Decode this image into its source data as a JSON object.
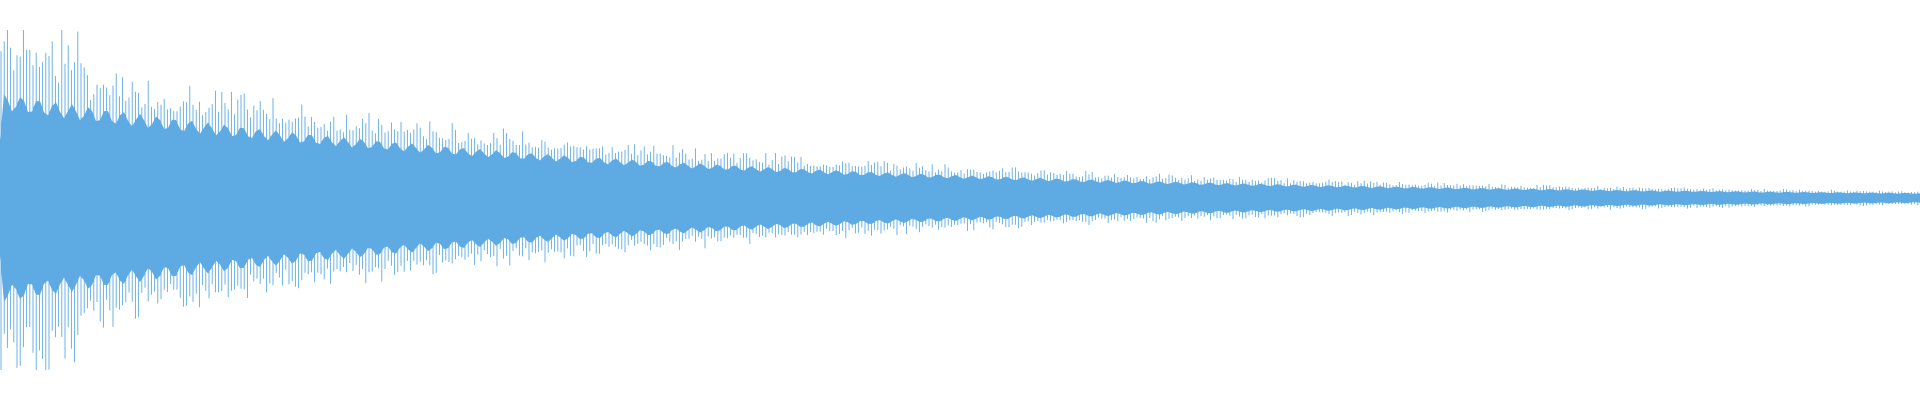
{
  "waveform": {
    "color": "#5faae2",
    "background": "#ffffff",
    "shape": "decaying-oscillation",
    "envelope": {
      "start_amplitude": 1.0,
      "end_amplitude": 0.06,
      "decay": "exponential"
    }
  }
}
